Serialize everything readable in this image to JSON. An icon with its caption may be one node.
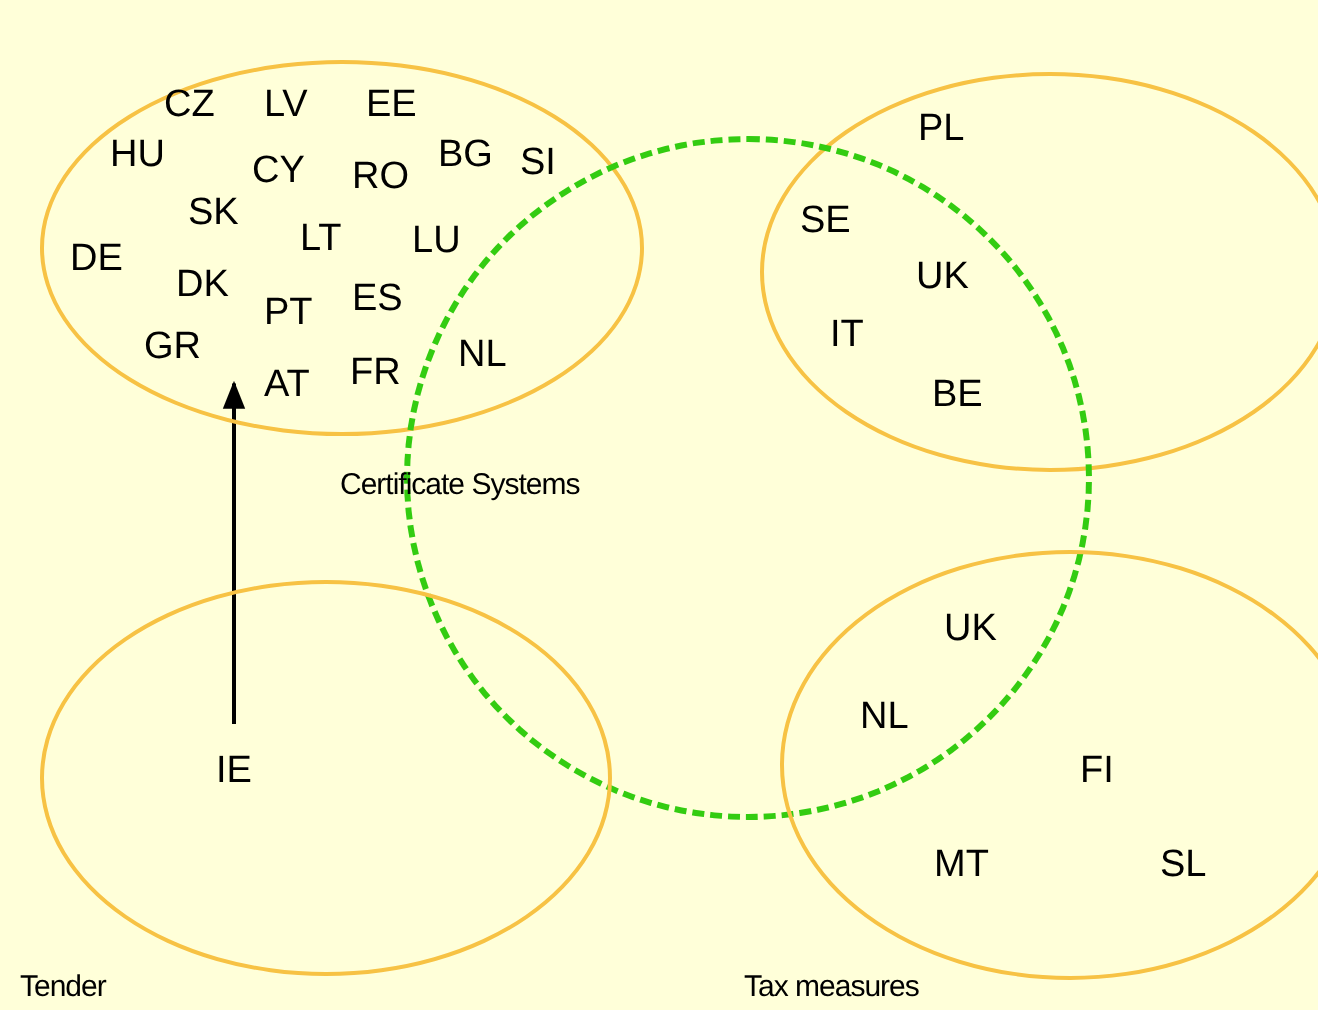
{
  "diagram": {
    "nodes": [
      {
        "text": [
          "CZ",
          "LV",
          "EE",
          "HU",
          "CY",
          "RO",
          "BG",
          "SI",
          "SK",
          "DE",
          "LT",
          "LU",
          "DK",
          "ES",
          "PT",
          "GR",
          "NL",
          "AT",
          "FR"
        ]
      },
      {
        "text": [
          "PL",
          "SE",
          "UK",
          "IT",
          "BE"
        ]
      },
      {
        "text": [
          "Certificate Systems"
        ]
      },
      {
        "text": [
          "IE"
        ],
        "beside": [
          "Tender"
        ]
      },
      {
        "text": [
          "UK",
          "NL",
          "FI",
          "MT",
          "SL"
        ],
        "beside": [
          "Tax measures"
        ]
      }
    ],
    "edges": [
      {
        "from": 3,
        "to": 0,
        "arrow": "to"
      }
    ]
  }
}
